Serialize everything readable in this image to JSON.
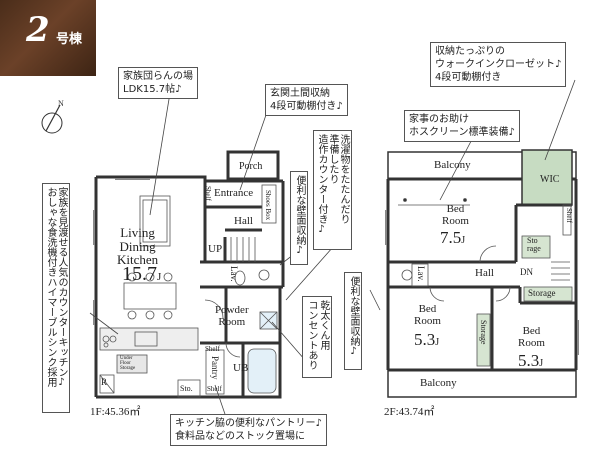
{
  "badge": {
    "number": "2",
    "suffix": "号棟"
  },
  "floor1": {
    "area_label": "1F:45.36㎡",
    "rooms": {
      "ldk_name": "Living\nDining\nKitchen",
      "ldk_size": "15.7",
      "ldk_unit": "J",
      "porch": "Porch",
      "entrance": "Entrance",
      "hall": "Hall",
      "up": "UP",
      "shoes_box": "Shoes Box",
      "shelf_entrance": "Shelf",
      "lav": "Lav.",
      "powder_room": "Powder\nRoom",
      "shelf_a": "Shelf",
      "shelf_b": "Shelf",
      "pantry": "Pantry",
      "ub": "UB",
      "sto": "Sto.",
      "r": "R",
      "under_floor": "Under\nFloor\nStorage"
    }
  },
  "floor2": {
    "area_label": "2F:43.74㎡",
    "rooms": {
      "balcony_top": "Balcony",
      "balcony_bottom": "Balcony",
      "wic": "WIC",
      "bed1_name": "Bed\nRoom",
      "bed1_size": "7.5",
      "bed1_unit": "J",
      "storage_small": "Sto\nrage",
      "shelf": "Shelf",
      "lav": "Lav.",
      "hall": "Hall",
      "dn": "DN",
      "storage_right": "Storage",
      "bed2_name": "Bed\nRoom",
      "bed2_size": "5.3",
      "bed2_unit": "J",
      "storage_vertical": "Storage",
      "bed3_name": "Bed\nRoom",
      "bed3_size": "5.3",
      "bed3_unit": "J"
    }
  },
  "callouts": {
    "ldk": "家族団らんの場\nLDK15.7帖♪",
    "entrance_storage": "玄関土間収納\n4段可動棚付き♪",
    "wall_storage_1f": "便利な壁面収納♪",
    "laundry_counter": "洗濯物をたたんだり\n準備したり\n造作カウンター付き♪",
    "outlet": "乾太くん用\nコンセントあり",
    "kitchen": "家族を見渡せる人気のカウンターキッチン♪\nおしゃな食洗機付きハイマーブルシンク採用",
    "pantry": "キッチン脇の便利なパントリー♪\n食料品などのストック置場に",
    "wic": "収納たっぷりの\nウォークインクローゼット♪\n4段可動棚付き",
    "screen": "家事のお助け\nホスクリーン標準装備♪",
    "wall_storage_2f": "便利な壁面収納♪"
  },
  "colors": {
    "wall": "#333333",
    "wic_fill": "#c7dcc2",
    "storage_fill": "#d6e5d1",
    "water_fill": "#e3f0f8",
    "counter_fill": "#eeeeee"
  },
  "icons": {
    "compass": "north-compass-icon"
  }
}
